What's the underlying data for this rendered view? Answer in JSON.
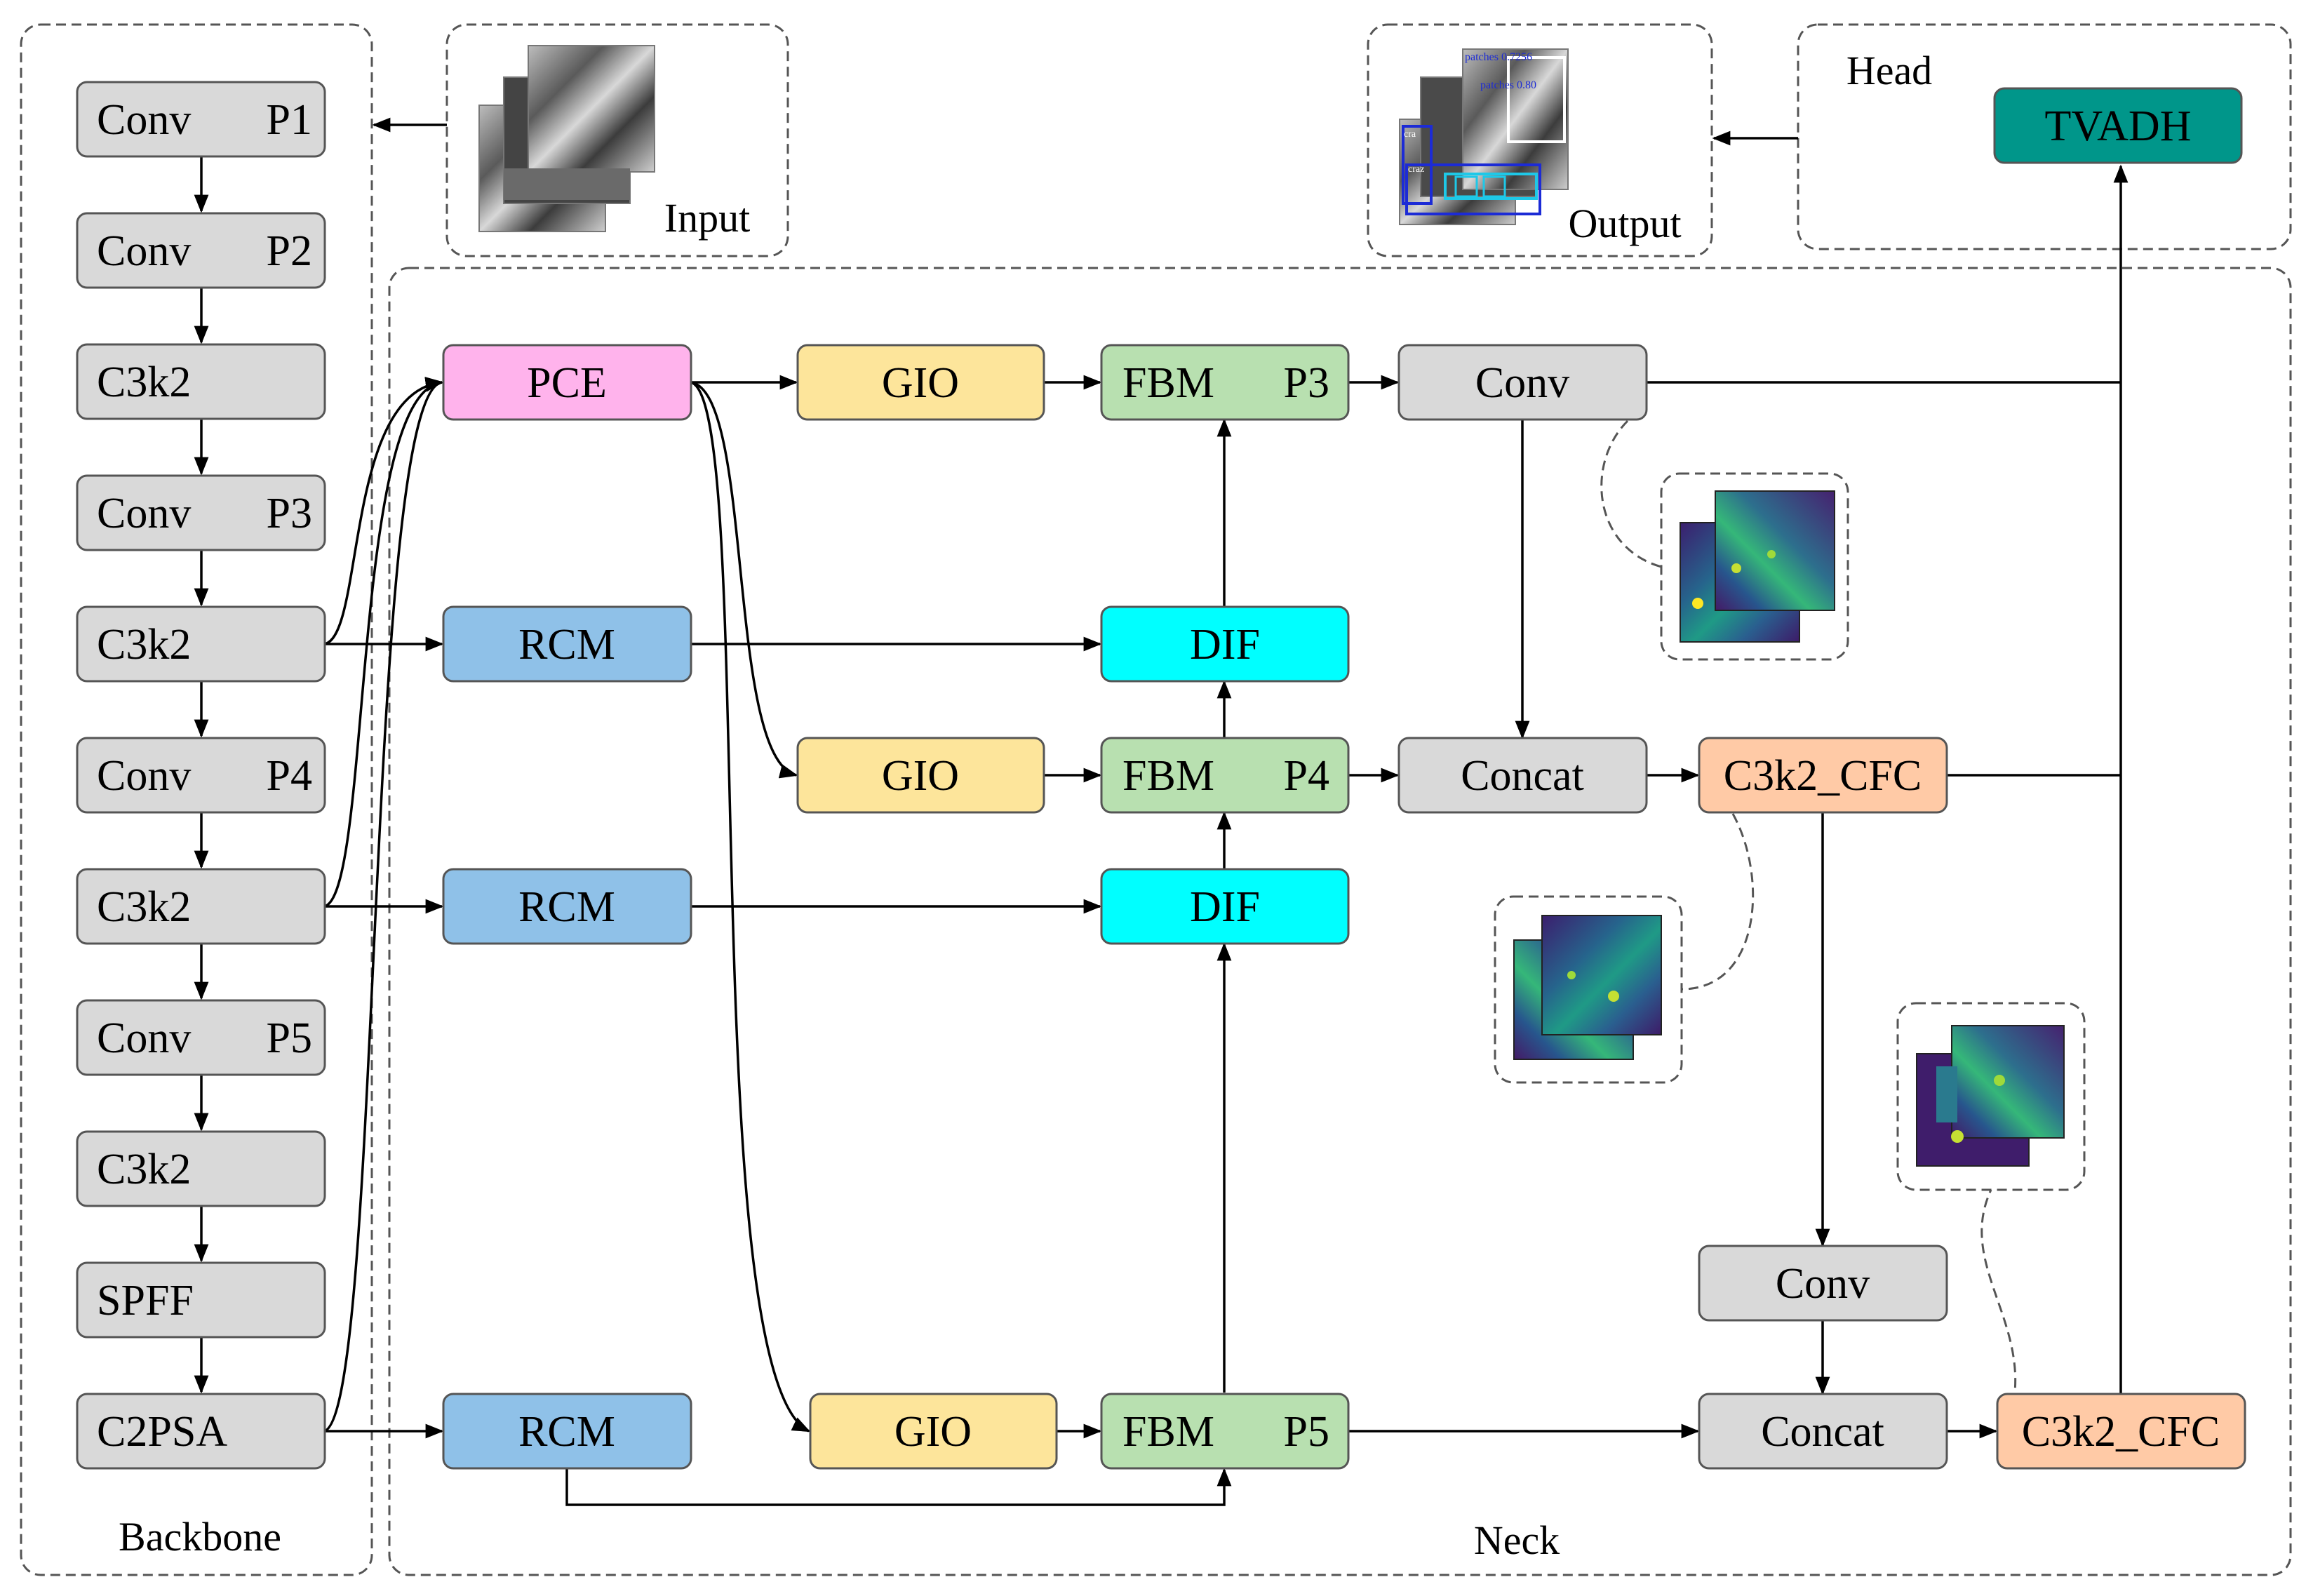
{
  "regions": {
    "backbone": "Backbone",
    "neck": "Neck",
    "head": "Head",
    "input": "Input",
    "output": "Output"
  },
  "backbone_nodes": [
    {
      "label": "Conv",
      "tag": "P1"
    },
    {
      "label": "Conv",
      "tag": "P2"
    },
    {
      "label": "C3k2",
      "tag": ""
    },
    {
      "label": "Conv",
      "tag": "P3"
    },
    {
      "label": "C3k2",
      "tag": ""
    },
    {
      "label": "Conv",
      "tag": "P4"
    },
    {
      "label": "C3k2",
      "tag": ""
    },
    {
      "label": "Conv",
      "tag": "P5"
    },
    {
      "label": "C3k2",
      "tag": ""
    },
    {
      "label": "SPFF",
      "tag": ""
    },
    {
      "label": "C2PSA",
      "tag": ""
    }
  ],
  "neck_nodes": {
    "pce": "PCE",
    "rcm1": "RCM",
    "rcm2": "RCM",
    "rcm3": "RCM",
    "gio1": "GIO",
    "gio2": "GIO",
    "gio3": "GIO",
    "fbm1": {
      "label": "FBM",
      "tag": "P3"
    },
    "fbm2": {
      "label": "FBM",
      "tag": "P4"
    },
    "fbm3": {
      "label": "FBM",
      "tag": "P5"
    },
    "dif1": "DIF",
    "dif2": "DIF",
    "conv_top": "Conv",
    "concat_mid": "Concat",
    "c3k2cfc_mid": "C3k2_CFC",
    "conv_low": "Conv",
    "concat_low": "Concat",
    "c3k2cfc_low": "C3k2_CFC"
  },
  "head_nodes": {
    "tvadh": "TVADH"
  },
  "output_detections": [
    {
      "text": "patches 0.7256"
    },
    {
      "text": "patches 0.80"
    },
    {
      "text": "cra"
    },
    {
      "text": "craz"
    }
  ],
  "colors": {
    "gray": "#d9d9d9",
    "pink": "#ffb3ec",
    "blue": "#8fc1e8",
    "yellow": "#fde59b",
    "green": "#b8e0b0",
    "cyan": "#00ffff",
    "peach": "#ffcaa6",
    "teal": "#00968a",
    "border": "#555555"
  }
}
